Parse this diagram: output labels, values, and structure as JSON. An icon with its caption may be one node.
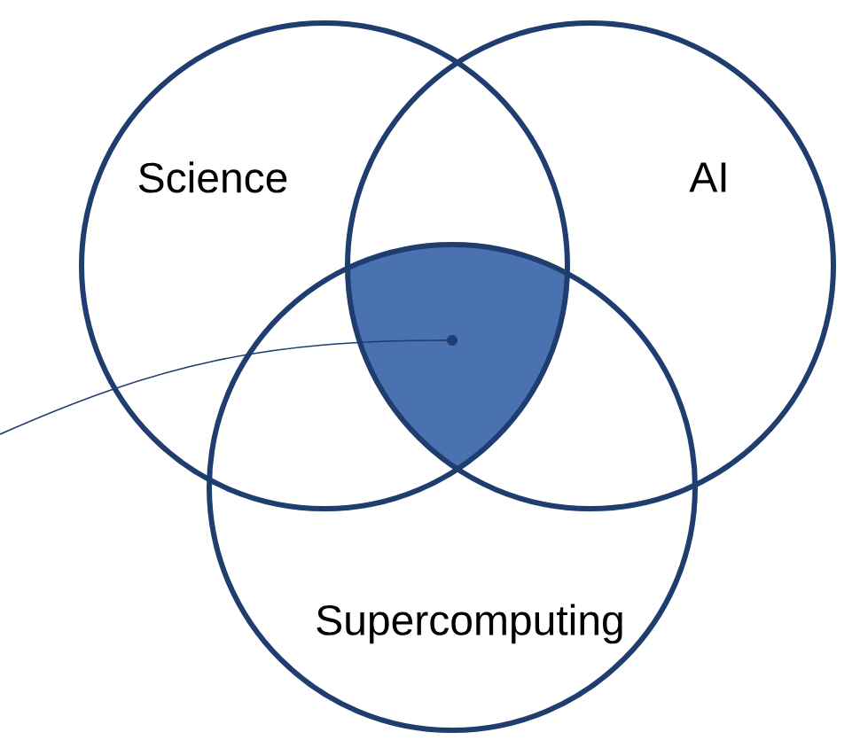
{
  "diagram": {
    "nodes": [
      {
        "text": [
          "Science"
        ]
      },
      {
        "text": [
          "AI"
        ]
      },
      {
        "text": [
          "Supercomputing"
        ]
      },
      {
        "text": [],
        "shape": "triangle"
      }
    ],
    "edges": [
      {
        "from": null,
        "to": 3,
        "arrow": "none"
      }
    ]
  }
}
